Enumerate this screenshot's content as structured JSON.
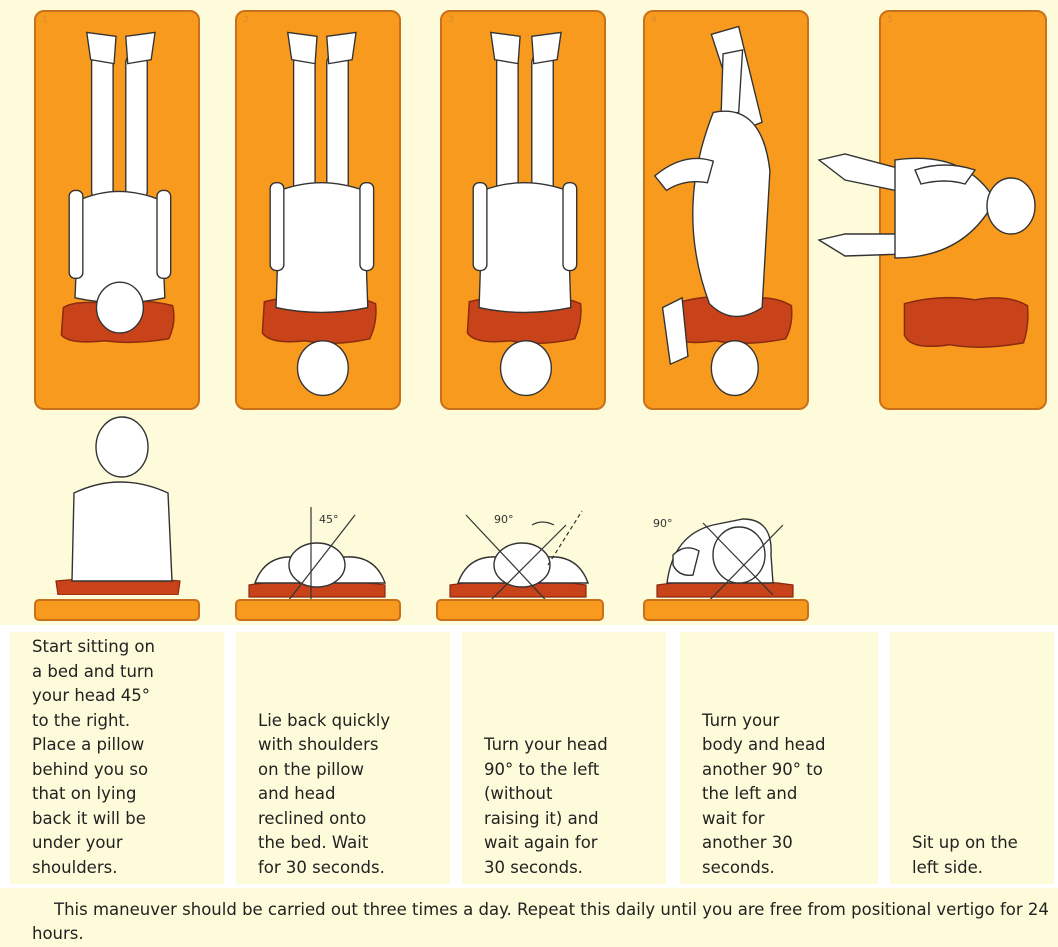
{
  "panels": [
    {
      "number": "1"
    },
    {
      "number": "2"
    },
    {
      "number": "3"
    },
    {
      "number": "4"
    },
    {
      "number": "5"
    }
  ],
  "side_views": [
    {
      "angle_label": ""
    },
    {
      "angle_label": "45°"
    },
    {
      "angle_label": "90°"
    },
    {
      "angle_label": "90°"
    }
  ],
  "steps": [
    {
      "caption": "Start sitting on\na bed and turn\nyour head 45°\nto the right.\nPlace a pillow\nbehind you so\nthat on lying\nback it will be\nunder your\nshoulders."
    },
    {
      "caption": "Lie back quickly\nwith shoulders\non the pillow\nand head\nreclined onto\nthe bed. Wait\nfor 30 seconds."
    },
    {
      "caption": "Turn your head\n90° to the left\n(without\nraising it) and\nwait again for\n30 seconds."
    },
    {
      "caption": "Turn your\nbody and head\nanother 90° to\nthe left and\nwait for\nanother 30\nseconds."
    },
    {
      "caption": "Sit up on the\nleft side."
    }
  ],
  "footer": {
    "text": "This maneuver should be carried out three times a day. Repeat this daily until you are free from positional vertigo for 24 hours."
  },
  "colors": {
    "background": "#fdfbd9",
    "panel_orange": "#f79a1e",
    "panel_border": "#c8701a",
    "pillow": "#c8421a"
  }
}
